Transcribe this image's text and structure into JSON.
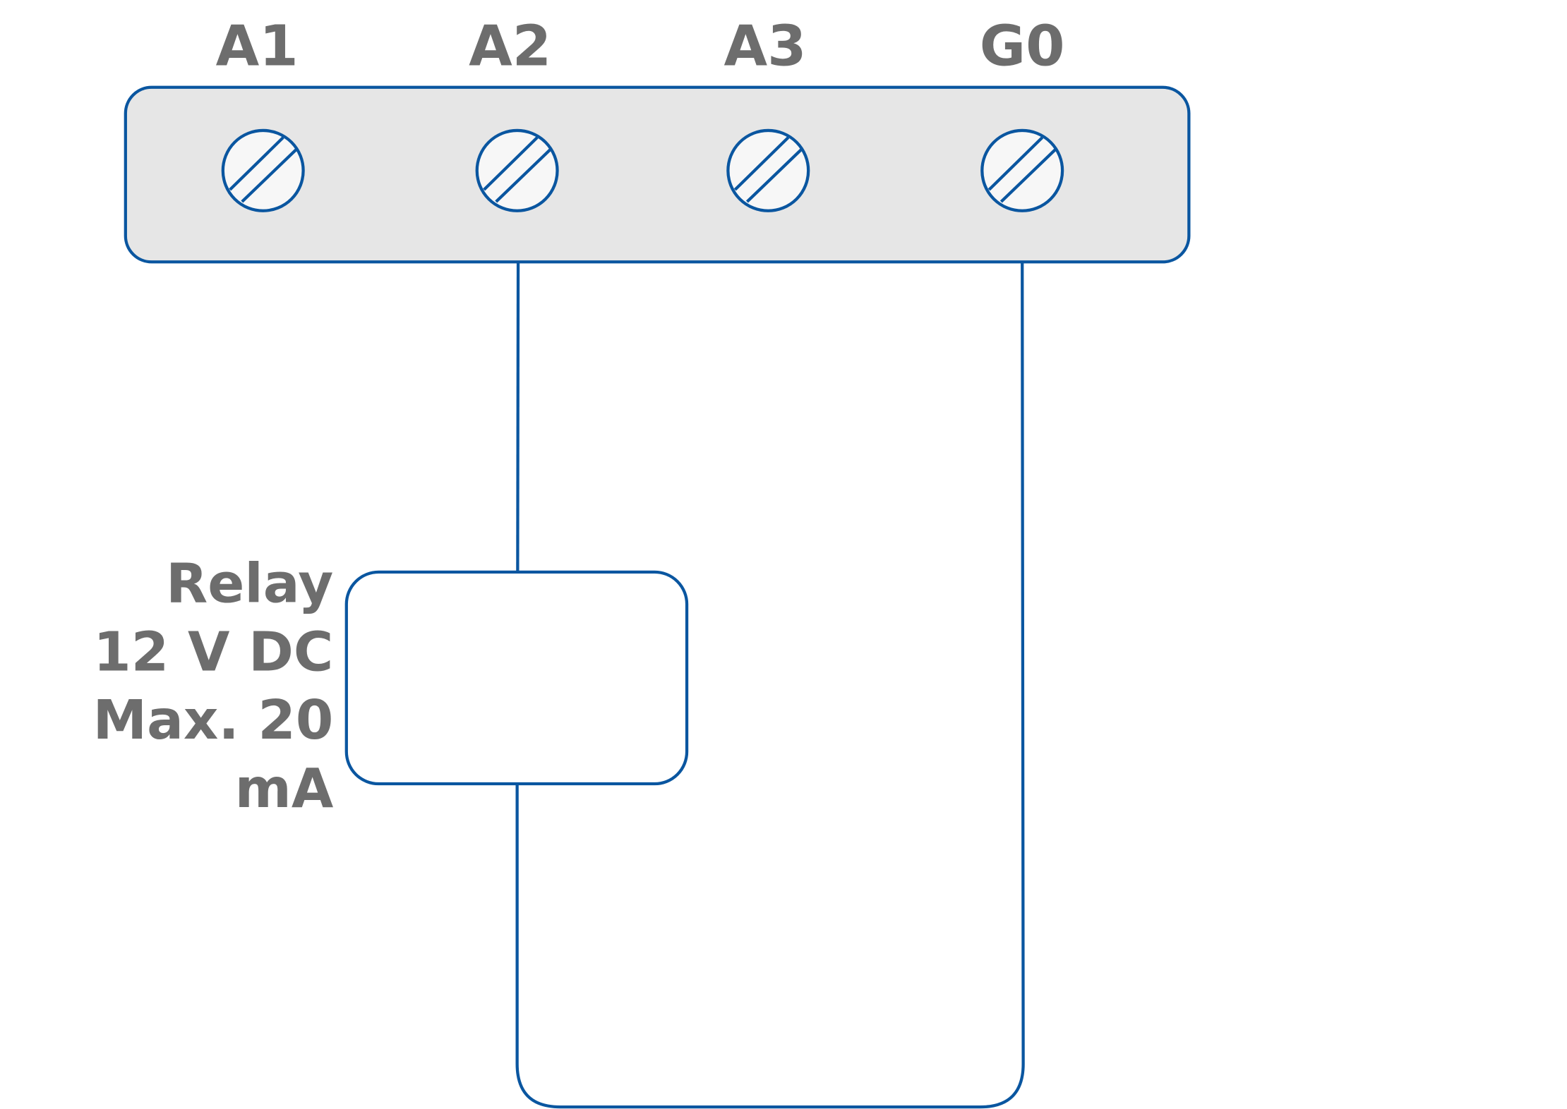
{
  "terminals": [
    {
      "label": "A1"
    },
    {
      "label": "A2"
    },
    {
      "label": "A3"
    },
    {
      "label": "G0"
    }
  ],
  "relay": {
    "lines": [
      "Relay",
      "12 V DC",
      "Max. 20",
      "mA"
    ]
  },
  "colors": {
    "wire": "#0a56a0",
    "terminal_block_fill": "#e6e6e6",
    "screw_fill": "#f7f7f7",
    "label": "#6d6d6d"
  }
}
